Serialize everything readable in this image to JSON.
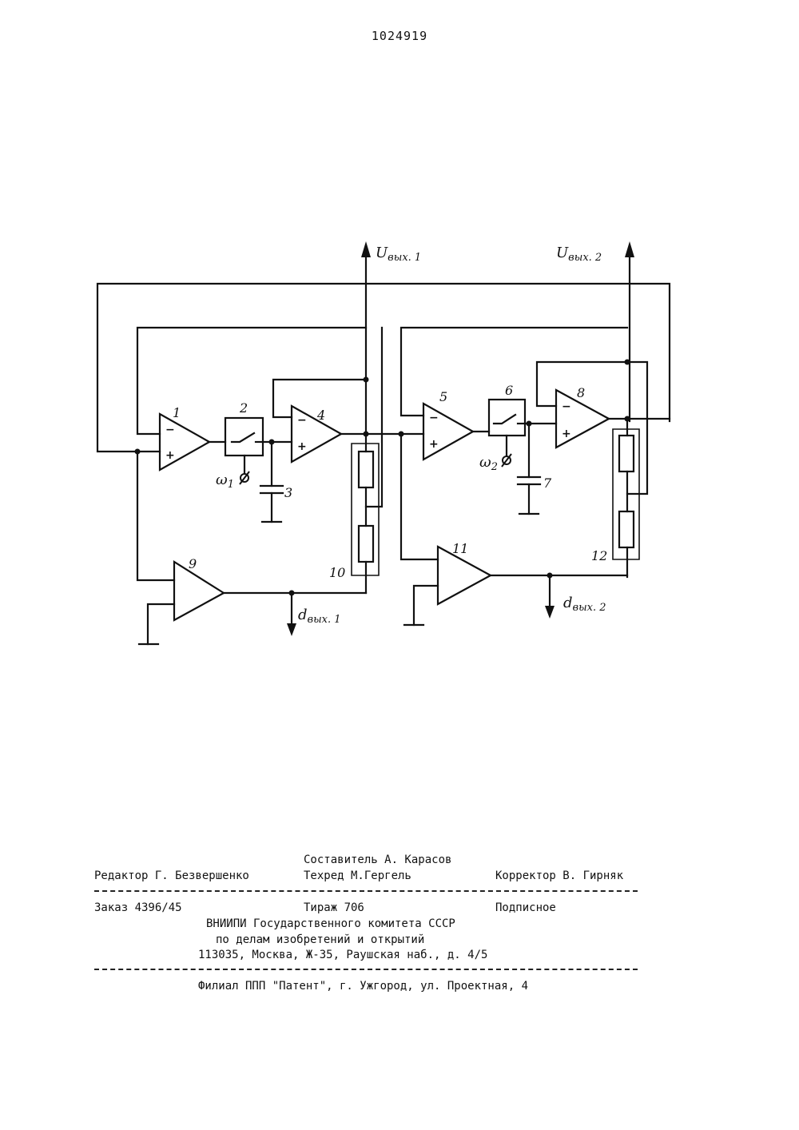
{
  "header": {
    "patent_number": "1024919"
  },
  "diagram": {
    "labels": {
      "u_out_1": "U",
      "u_out_1_sub": "вых. 1",
      "u_out_2": "U",
      "u_out_2_sub": "вых. 2",
      "d_out_1": "d",
      "d_out_1_sub": "вых. 1",
      "d_out_2": "d",
      "d_out_2_sub": "вых. 2",
      "omega_1": "ω",
      "omega_1_sub": "1",
      "omega_2": "ω",
      "omega_2_sub": "2"
    },
    "blocks": [
      "1",
      "2",
      "3",
      "4",
      "5",
      "6",
      "7",
      "8",
      "9",
      "10",
      "11",
      "12"
    ],
    "signs": {
      "minus": "−",
      "plus": "+"
    }
  },
  "imprint": {
    "compiler": "Составитель А. Карасов",
    "editor": "Редактор Г. Безвершенко",
    "techred": "Техред М.Гергель",
    "corrector": "Корректор В. Гирняк",
    "order": "Заказ 4396/45",
    "circulation": "Тираж 706",
    "subscription": "Подписное",
    "org_line_1": "ВНИИПИ Государственного комитета СССР",
    "org_line_2": "по делам изобретений и открытий",
    "org_line_3": "113035, Москва, Ж-35, Раушская наб., д. 4/5",
    "branch": "Филиал ППП \"Патент\", г. Ужгород, ул. Проектная, 4"
  }
}
